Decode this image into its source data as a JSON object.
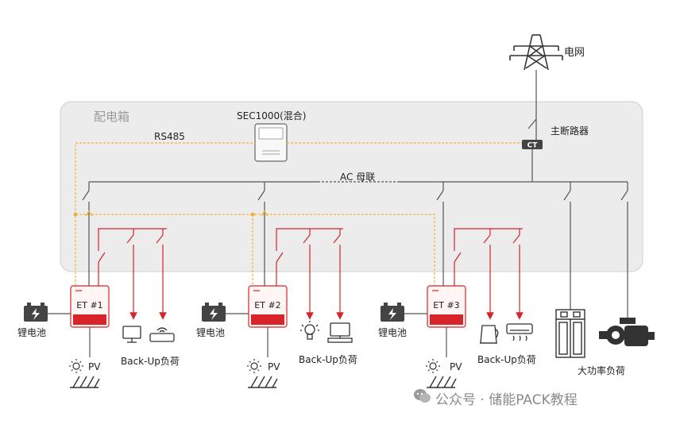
{
  "labels": {
    "grid": "电网",
    "distribution_box": "配电箱",
    "sec_name": "SEC1000(混合)",
    "rs485": "RS485",
    "main_breaker": "主断路器",
    "ct": "CT",
    "ac_bus": "AC 母联",
    "high_power_load": "大功率负荷"
  },
  "units": [
    {
      "inverter": "ET #1",
      "battery": "锂电池",
      "pv": "PV",
      "backup": "Back-Up负荷"
    },
    {
      "inverter": "ET #2",
      "battery": "锂电池",
      "pv": "PV",
      "backup": "Back-Up负荷"
    },
    {
      "inverter": "ET #3",
      "battery": "锂电池",
      "pv": "PV",
      "backup": "Back-Up负荷"
    }
  ],
  "watermark": "公众号 · 储能PACK教程",
  "colors": {
    "line": "#555555",
    "red": "#d8232a",
    "comm": "#f2b233",
    "panel": "#ececec"
  }
}
